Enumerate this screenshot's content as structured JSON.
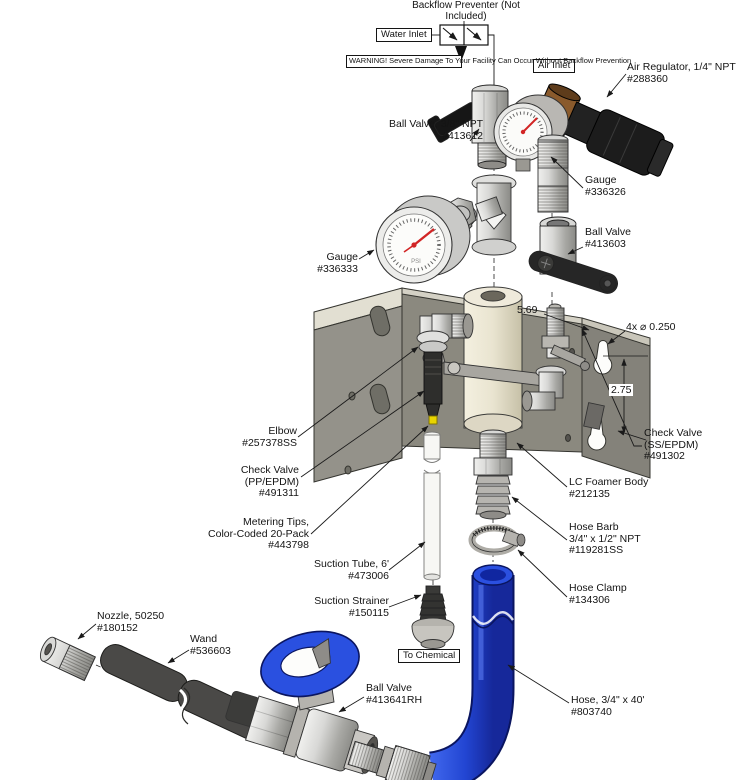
{
  "title": {
    "line1": "Backflow Preventer",
    "line2": "(Not Included)"
  },
  "boxes": {
    "water_inlet": "Water Inlet",
    "air_inlet": "Air Inlet",
    "to_chemical": "To Chemical"
  },
  "warning": {
    "line1": "WARNING! Severe Damage",
    "line2": "To Your Facility Can Occur",
    "line3": "Without Backflow Prevention"
  },
  "parts": {
    "air_regulator": {
      "name": "Air Regulator, 1/4\" NPT",
      "number": "#288360"
    },
    "ball_valve_38": {
      "name": "Ball Valve, 3/8\" NPT",
      "number": "#413612"
    },
    "gauge_air": {
      "name": "Gauge",
      "number": "#336326"
    },
    "ball_valve_air": {
      "name": "Ball Valve",
      "number": "#413603"
    },
    "gauge_water": {
      "name": "Gauge",
      "number": "#336333"
    },
    "elbow": {
      "name": "Elbow",
      "number": "#257378SS"
    },
    "check_valve_pp": {
      "name": "Check Valve",
      "name2": "(PP/EPDM)",
      "number": "#491311"
    },
    "metering_tips": {
      "name": "Metering Tips,",
      "name2": "Color-Coded 20-Pack",
      "number": "#443798"
    },
    "check_valve_ss": {
      "name": "Check Valve",
      "name2": "(SS/EPDM)",
      "number": "#491302"
    },
    "lc_foamer_body": {
      "name": "LC Foamer Body",
      "number": "#212135"
    },
    "hose_barb": {
      "name": "Hose Barb",
      "name2": "3/4\" x 1/2\" NPT",
      "number": "#119281SS"
    },
    "hose_clamp": {
      "name": "Hose Clamp",
      "number": "#134306"
    },
    "suction_tube": {
      "name": "Suction Tube, 6'",
      "number": "#473006"
    },
    "suction_strainer": {
      "name": "Suction Strainer",
      "number": "#150115"
    },
    "nozzle": {
      "name": "Nozzle, 50250",
      "number": "#180152"
    },
    "wand": {
      "name": "Wand",
      "number": "#536603"
    },
    "ball_valve_outlet": {
      "name": "Ball Valve",
      "number": "#413641RH"
    },
    "hose": {
      "name": "Hose, 3/4\" x 40'",
      "number": "#803740"
    }
  },
  "dims": {
    "height": "5.69",
    "holes": "4x ⌀ 0.250",
    "spacing": "2.75"
  },
  "gauge_psi": "PSI",
  "colors": {
    "hose_blue": "#2447d4",
    "handle_blue": "#2a50e0",
    "bracket_gray": "#8f8d85",
    "bracket_light": "#e2dfd2",
    "foamer_cream": "#e9e4d0",
    "needle_red": "#d22525",
    "metering_tip_yellow": "#e8d400",
    "regulator_brown": "#8a5a2c"
  }
}
